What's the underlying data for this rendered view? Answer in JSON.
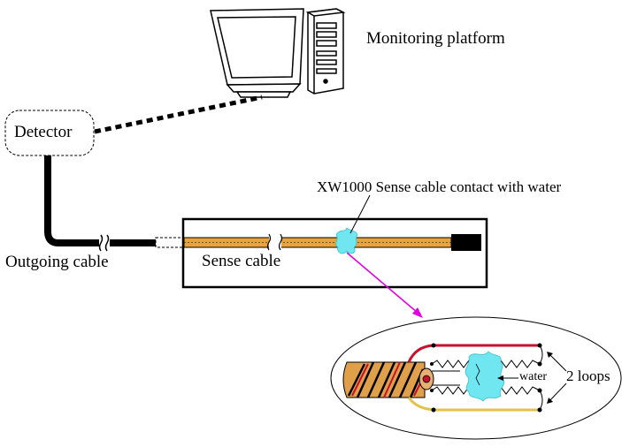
{
  "labels": {
    "monitoring_platform": "Monitoring platform",
    "detector": "Detector",
    "outgoing_cable": "Outgoing cable",
    "sense_cable": "Sense cable",
    "contact_note": "XW1000 Sense cable contact with water",
    "water": "water",
    "loops": "2 loops"
  },
  "colors": {
    "cable_orange": "#E8A33D",
    "water_cyan": "#6FE6F0",
    "pointer_magenta": "#E000E0",
    "wire_red": "#C8102E",
    "wire_yellow": "#E2C24A",
    "line_black": "#000000"
  },
  "icons": {
    "computer": "computer-icon",
    "break_mark": "cable-break-icon",
    "water_contact": "water-drop-icon"
  }
}
